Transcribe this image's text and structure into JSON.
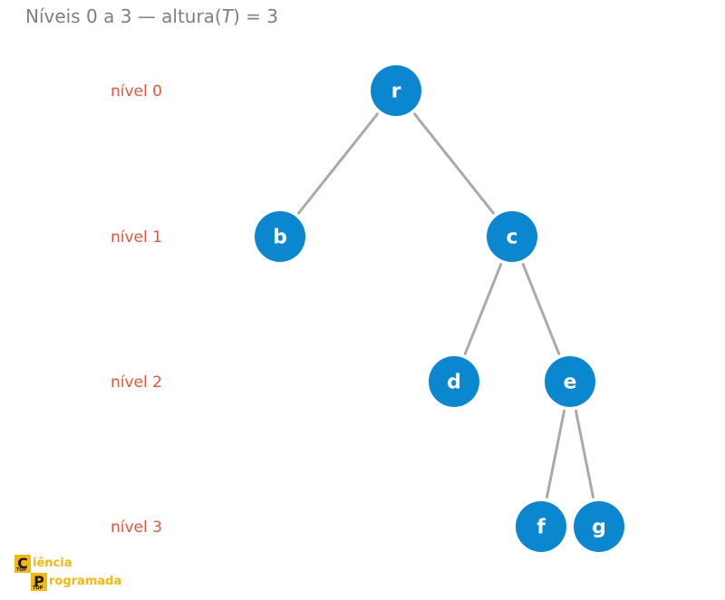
{
  "title": {
    "prefix": "Níveis 0 a 3 — altura(",
    "var": "T",
    "suffix": ") = 3"
  },
  "levels": [
    {
      "label": "nível 0"
    },
    {
      "label": "nível 1"
    },
    {
      "label": "nível 2"
    },
    {
      "label": "nível 3"
    }
  ],
  "nodes": [
    {
      "id": "r",
      "label": "r",
      "level": 0
    },
    {
      "id": "b",
      "label": "b",
      "level": 1
    },
    {
      "id": "c",
      "label": "c",
      "level": 1
    },
    {
      "id": "d",
      "label": "d",
      "level": 2
    },
    {
      "id": "e",
      "label": "e",
      "level": 2
    },
    {
      "id": "f",
      "label": "f",
      "level": 3
    },
    {
      "id": "g",
      "label": "g",
      "level": 3
    }
  ],
  "edges": [
    {
      "from": "r",
      "to": "b"
    },
    {
      "from": "r",
      "to": "c"
    },
    {
      "from": "c",
      "to": "d"
    },
    {
      "from": "c",
      "to": "e"
    },
    {
      "from": "e",
      "to": "f"
    },
    {
      "from": "e",
      "to": "g"
    }
  ],
  "colors": {
    "node": "#0a87cf",
    "edge": "#aaaaaa",
    "level_label": "#e8553b",
    "title": "#7f7f7f",
    "logo": "#f2b90f"
  },
  "logo": {
    "box1_letter": "C",
    "box1_small": "TOP",
    "word1": "iência",
    "box2_letter": "P",
    "box2_small": "TOP",
    "word2": "rogramada"
  }
}
